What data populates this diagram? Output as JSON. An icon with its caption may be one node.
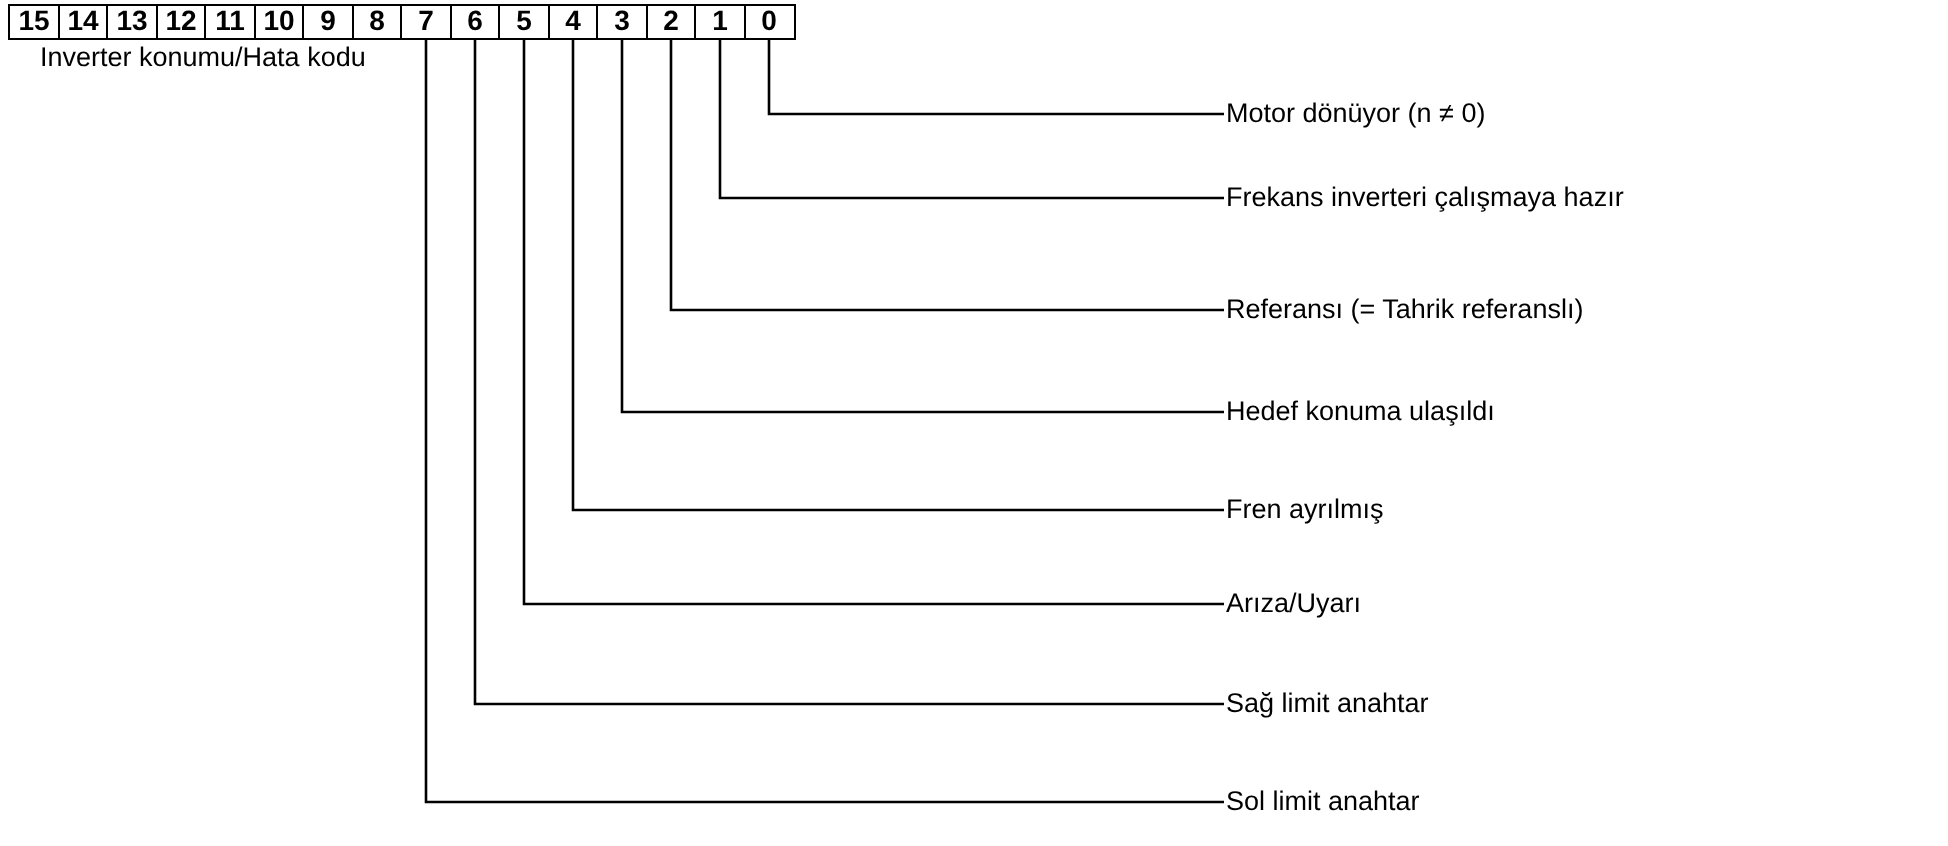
{
  "diagram": {
    "nodes": [
      {
        "text": [
          "15"
        ]
      },
      {
        "text": [
          "14"
        ]
      },
      {
        "text": [
          "13"
        ]
      },
      {
        "text": [
          "12"
        ]
      },
      {
        "text": [
          "11"
        ]
      },
      {
        "text": [
          "10"
        ]
      },
      {
        "text": [
          "9"
        ]
      },
      {
        "text": [
          "8"
        ]
      },
      {
        "text": [
          "7"
        ]
      },
      {
        "text": [
          "6"
        ]
      },
      {
        "text": [
          "5"
        ]
      },
      {
        "text": [
          "4"
        ]
      },
      {
        "text": [
          "3"
        ]
      },
      {
        "text": [
          "2"
        ]
      },
      {
        "text": [
          "1"
        ]
      },
      {
        "text": [
          "0"
        ]
      },
      {
        "text": [
          "Motor dönüyor (n ≠ 0)"
        ]
      },
      {
        "text": [
          "Frekans inverteri çalışmaya hazır"
        ]
      },
      {
        "text": [
          "Referansı (= Tahrik referanslı)"
        ]
      },
      {
        "text": [
          "Hedef konuma ulaşıldı"
        ]
      },
      {
        "text": [
          "Fren ayrılmış"
        ]
      },
      {
        "text": [
          "Arıza/Uyarı"
        ]
      },
      {
        "text": [
          "Sağ limit anahtar"
        ]
      },
      {
        "text": [
          "Sol limit anahtar"
        ]
      }
    ],
    "edges": [
      {
        "from": 16,
        "to": 15,
        "arrow": "none"
      },
      {
        "from": 17,
        "to": 14,
        "arrow": "none"
      },
      {
        "from": 18,
        "to": 13,
        "arrow": "none"
      },
      {
        "from": 19,
        "to": 12,
        "arrow": "none"
      },
      {
        "from": 20,
        "to": 11,
        "arrow": "none"
      },
      {
        "from": 21,
        "to": 10,
        "arrow": "none"
      },
      {
        "from": 22,
        "to": 9,
        "arrow": "none"
      },
      {
        "from": 23,
        "to": 8,
        "arrow": "none"
      }
    ],
    "labels": [
      "Inverter konumu/Hata kodu"
    ]
  }
}
